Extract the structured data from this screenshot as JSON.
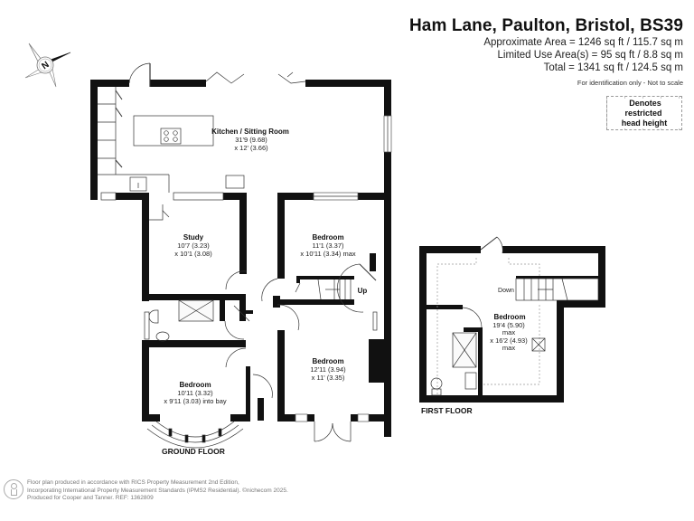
{
  "header": {
    "title": "Ham Lane, Paulton, Bristol, BS39",
    "approx_area": "Approximate Area = 1246 sq ft / 115.7 sq m",
    "limited_use_area": "Limited Use Area(s) = 95 sq ft / 8.8 sq m",
    "total": "Total = 1341 sq ft / 124.5 sq m",
    "note": "For identification only - Not to scale"
  },
  "legend": {
    "restricted_head_height_line1": "Denotes restricted",
    "restricted_head_height_line2": "head height"
  },
  "compass": {
    "label": "N"
  },
  "ground_floor": {
    "label": "GROUND FLOOR",
    "rooms": [
      {
        "name": "Kitchen / Sitting Room",
        "dim1": "31'9 (9.68)",
        "dim2": "x 12' (3.66)"
      },
      {
        "name": "Study",
        "dim1": "10'7 (3.23)",
        "dim2": "x 10'1 (3.08)"
      },
      {
        "name": "Bedroom",
        "dim1": "11'1 (3.37)",
        "dim2": "x 10'11 (3.34) max"
      },
      {
        "name": "Bedroom",
        "dim1": "12'11 (3.94)",
        "dim2": "x 11' (3.35)"
      },
      {
        "name": "Bedroom",
        "dim1": "10'11 (3.32)",
        "dim2": "x 9'11 (3.03) into bay"
      }
    ],
    "stairs_label": "Up"
  },
  "first_floor": {
    "label": "FIRST FLOOR",
    "rooms": [
      {
        "name": "Bedroom",
        "dim1": "19'4 (5.90)",
        "dim2": "max",
        "dim3": "x 16'2 (4.93)",
        "dim4": "max"
      }
    ],
    "stairs_label": "Down"
  },
  "footer": {
    "line1": "Floor plan produced in accordance with RICS Property Measurement 2nd Edition,",
    "line2": "Incorporating International Property Measurement Standards (IPMS2 Residential).   ©nichecom 2025.",
    "line3": "Produced for Cooper and Tanner.   REF: 1362809"
  }
}
